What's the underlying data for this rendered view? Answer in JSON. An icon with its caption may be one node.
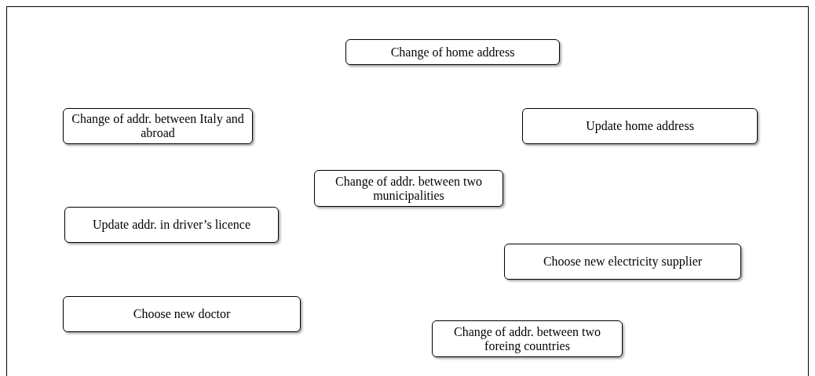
{
  "diagram": {
    "nodes": [
      {
        "text": [
          "Change of home address"
        ]
      },
      {
        "text": [
          "Change of addr. between Italy and abroad"
        ]
      },
      {
        "text": [
          "Update home address"
        ]
      },
      {
        "text": [
          "Change of addr. between two municipalities"
        ]
      },
      {
        "text": [
          "Update addr. in driver’s licence"
        ]
      },
      {
        "text": [
          "Choose new electricity supplier"
        ]
      },
      {
        "text": [
          "Choose new doctor"
        ]
      },
      {
        "text": [
          "Change of addr. between two foreing countries"
        ]
      }
    ]
  }
}
